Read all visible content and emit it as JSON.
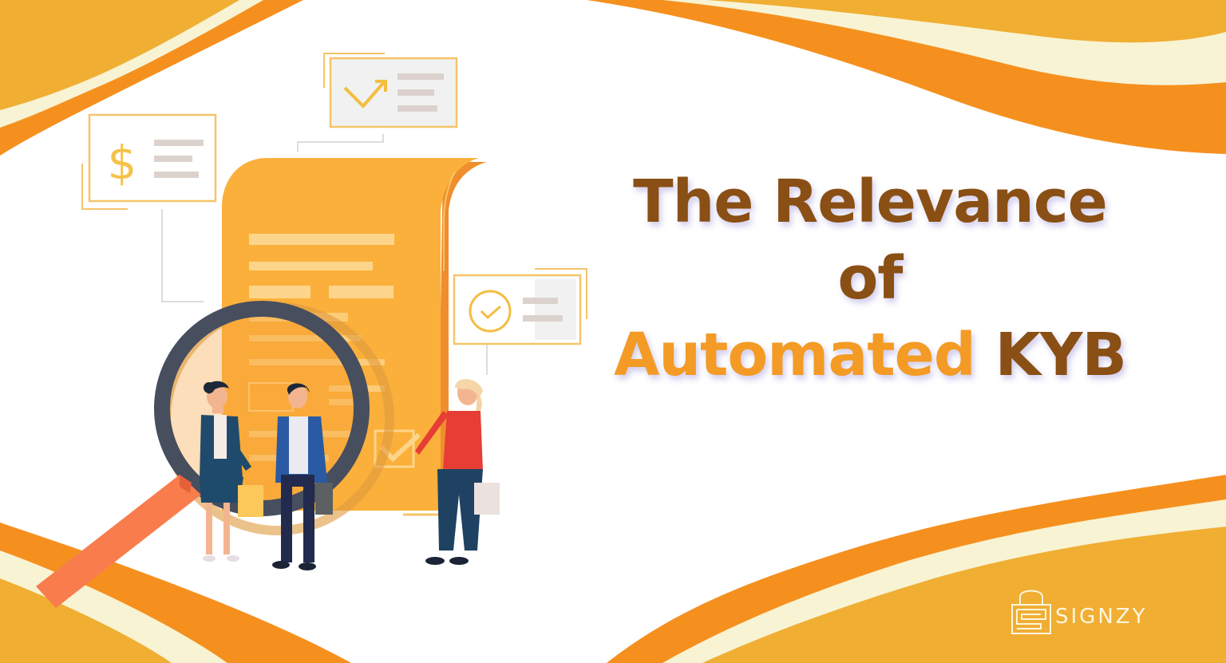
{
  "banner": {
    "title": {
      "line1": "The Relevance",
      "line2": "of",
      "line3_part1": "Automated",
      "line3_part2": "KYB"
    },
    "brand": {
      "name": "SIGNZY",
      "icon": "padlock-maze-logo-icon"
    },
    "illustration": {
      "description": "Business people with magnifying glass in front of a large document with finance cards",
      "elements": [
        "dollar-card-icon",
        "trend-arrow-card-icon",
        "checkmark-card-icon",
        "document-scroll",
        "magnifying-glass-icon",
        "checkbox-icon",
        "person-woman-dark-suit",
        "person-man-blue-jacket",
        "person-woman-red-sweater"
      ]
    },
    "colors": {
      "brown": "#8a4f14",
      "orange": "#f39b25",
      "wave_gold": "#f0ae33",
      "wave_orange": "#f5901f",
      "wave_cream": "#f8f3d3",
      "document": "#fbb03b",
      "lens_ring": "#474e5e"
    }
  }
}
